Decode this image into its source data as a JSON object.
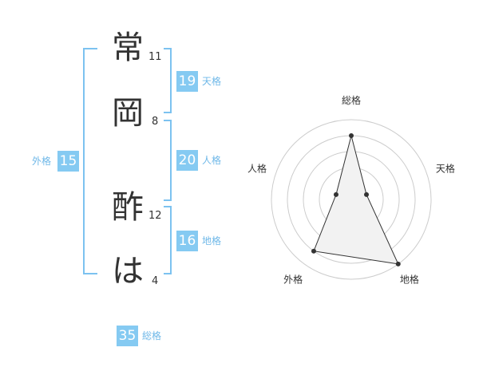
{
  "name": {
    "chars": [
      {
        "char": "常",
        "strokes": "11"
      },
      {
        "char": "岡",
        "strokes": "8"
      },
      {
        "char": "酢",
        "strokes": "12"
      },
      {
        "char": "は",
        "strokes": "4"
      }
    ]
  },
  "fortune": {
    "tenkaku": {
      "value": "19",
      "label": "天格"
    },
    "jinkaku": {
      "value": "20",
      "label": "人格"
    },
    "chikaku": {
      "value": "16",
      "label": "地格"
    },
    "gaikaku": {
      "value": "15",
      "label": "外格"
    },
    "soukaku": {
      "value": "35",
      "label": "総格"
    }
  },
  "accent_color": "#85caf2",
  "chart_data": {
    "type": "radar",
    "axes": [
      "総格",
      "天格",
      "地格",
      "外格",
      "人格"
    ],
    "rings": 5,
    "values": [
      4,
      1,
      5,
      4,
      1
    ],
    "max": 5
  }
}
